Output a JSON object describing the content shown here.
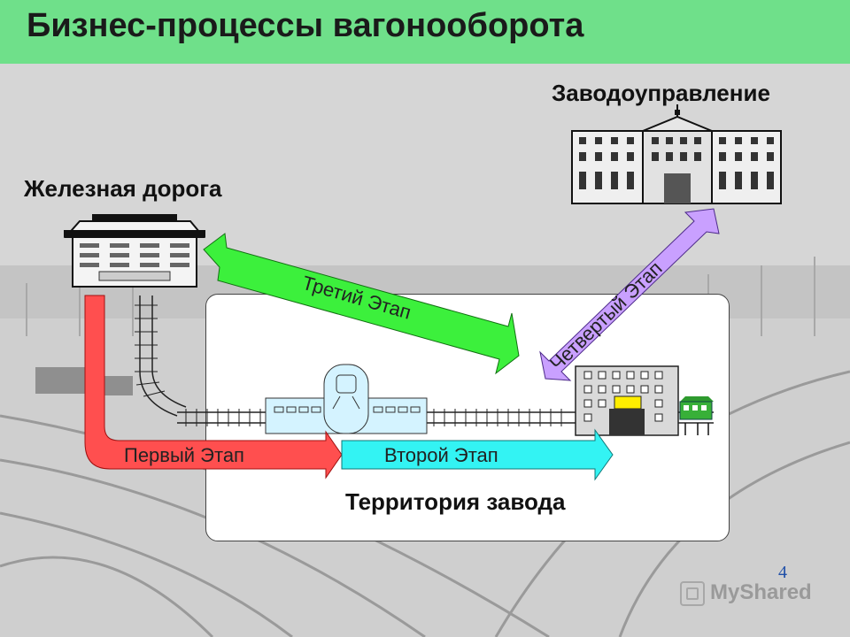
{
  "title": "Бизнес-процессы вагонооборота",
  "entities": {
    "railway": "Железная дорога",
    "management": "Заводоуправление",
    "territory": "Территория завода"
  },
  "stages": {
    "first": "Первый Этап",
    "second": "Второй Этап",
    "third": "Третий Этап",
    "fourth": "Четвертый Этап"
  },
  "colors": {
    "title_bar": "#6fe08a",
    "stage1": "#ff4f4f",
    "stage2": "#33f3f3",
    "stage3": "#3cf03c",
    "stage4": "#c9a0ff"
  },
  "page_number": "4",
  "watermark": "MyShared"
}
